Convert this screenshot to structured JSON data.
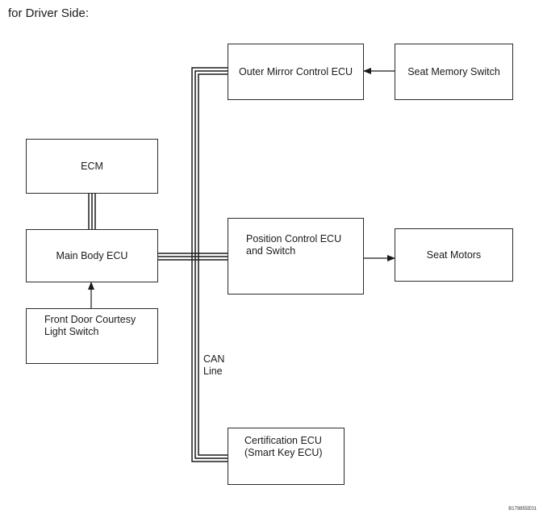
{
  "heading": "for Driver Side:",
  "boxes": {
    "outer_mirror": "Outer Mirror Control ECU",
    "seat_memory_switch": "Seat Memory Switch",
    "ecm": "ECM",
    "main_body_ecu": "Main Body ECU",
    "position_control": "Position Control ECU\nand Switch",
    "seat_motors": "Seat Motors",
    "front_door_courtesy": "Front Door Courtesy\nLight Switch",
    "certification_ecu": "Certification ECU\n(Smart Key ECU)"
  },
  "can_label": "CAN\nLine",
  "figure_code": "B179855E01"
}
